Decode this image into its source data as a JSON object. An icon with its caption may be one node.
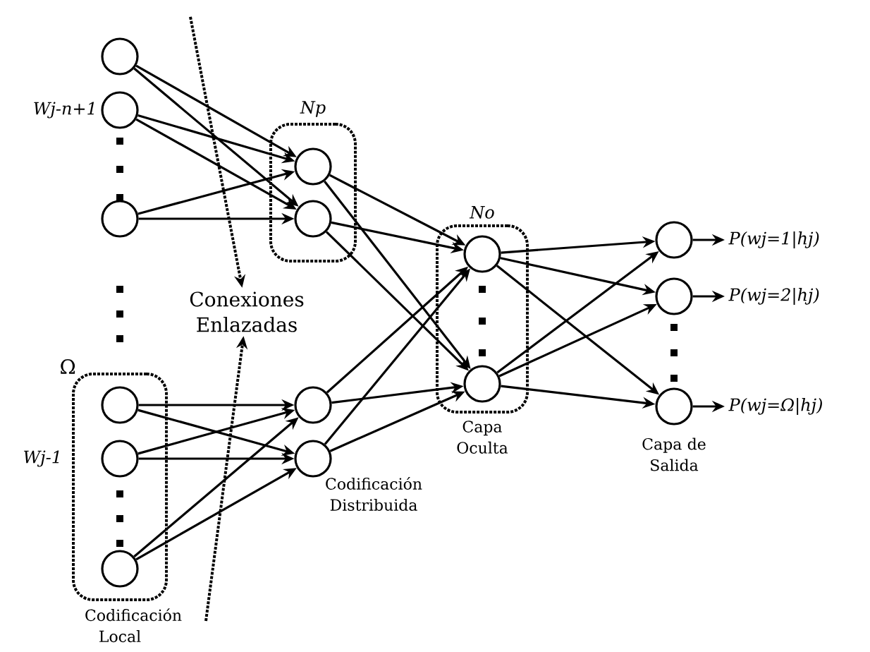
{
  "diagram": {
    "nodes": [
      {
        "text": [],
        "shape": "circle"
      },
      {
        "text": [],
        "shape": "circle"
      },
      {
        "text": [],
        "shape": "circle"
      },
      {
        "text": [
          "Np"
        ]
      },
      {
        "text": [],
        "shape": "circle",
        "in": 3
      },
      {
        "text": [],
        "shape": "circle",
        "in": 3
      },
      {
        "text": [
          "Conexiones Enlazadas"
        ]
      },
      {
        "text": [
          "Ω"
        ],
        "beside": [
          "Codificación Local"
        ]
      },
      {
        "text": [],
        "shape": "circle",
        "in": 7
      },
      {
        "text": [],
        "shape": "circle",
        "in": 7
      },
      {
        "text": [],
        "shape": "circle",
        "in": 7
      },
      {
        "text": [],
        "shape": "circle"
      },
      {
        "text": [],
        "shape": "circle"
      },
      {
        "text": [
          "No"
        ],
        "beside": [
          "Capa Oculta"
        ]
      },
      {
        "text": [],
        "shape": "circle",
        "in": 13
      },
      {
        "text": [],
        "shape": "circle",
        "in": 13
      },
      {
        "text": [],
        "shape": "circle"
      },
      {
        "text": [],
        "shape": "circle"
      },
      {
        "text": [],
        "shape": "circle"
      },
      {
        "text": [
          "P(wj=1|hj)"
        ]
      },
      {
        "text": [
          "P(wj=2|hj)"
        ]
      },
      {
        "text": [
          "P(wj=Ω|hj)"
        ]
      }
    ],
    "edges": [
      {
        "from": 0,
        "to": 4,
        "arrow": "to"
      },
      {
        "from": 0,
        "to": 5,
        "arrow": "to"
      },
      {
        "from": 1,
        "to": 4,
        "arrow": "to"
      },
      {
        "from": 1,
        "to": 5,
        "arrow": "to"
      },
      {
        "from": 2,
        "to": 4,
        "arrow": "to"
      },
      {
        "from": 2,
        "to": 5,
        "arrow": "to"
      },
      {
        "from": 4,
        "to": 14,
        "arrow": "to"
      },
      {
        "from": 4,
        "to": 15,
        "arrow": "to"
      },
      {
        "from": 5,
        "to": 14,
        "arrow": "to"
      },
      {
        "from": 5,
        "to": 15,
        "arrow": "to"
      },
      {
        "from": 8,
        "to": 11,
        "arrow": "to"
      },
      {
        "from": 8,
        "to": 12,
        "arrow": "to"
      },
      {
        "from": 9,
        "to": 11,
        "arrow": "to"
      },
      {
        "from": 9,
        "to": 12,
        "arrow": "to"
      },
      {
        "from": 10,
        "to": 11,
        "arrow": "to"
      },
      {
        "from": 10,
        "to": 12,
        "arrow": "to"
      },
      {
        "from": 11,
        "to": 14,
        "arrow": "to"
      },
      {
        "from": 11,
        "to": 15,
        "arrow": "to"
      },
      {
        "from": 12,
        "to": 14,
        "arrow": "to"
      },
      {
        "from": 12,
        "to": 15,
        "arrow": "to"
      },
      {
        "from": 14,
        "to": 16,
        "arrow": "to"
      },
      {
        "from": 14,
        "to": 17,
        "arrow": "to"
      },
      {
        "from": 14,
        "to": 18,
        "arrow": "to"
      },
      {
        "from": 15,
        "to": 16,
        "arrow": "to"
      },
      {
        "from": 15,
        "to": 17,
        "arrow": "to"
      },
      {
        "from": 15,
        "to": 18,
        "arrow": "to"
      },
      {
        "from": 16,
        "to": 19,
        "arrow": "to"
      },
      {
        "from": 17,
        "to": 20,
        "arrow": "to"
      },
      {
        "from": 18,
        "to": 21,
        "arrow": "to"
      },
      {
        "from": null,
        "to": 6,
        "arrow": "to",
        "style": "dashed"
      },
      {
        "from": null,
        "to": 6,
        "arrow": "to",
        "style": "dashed"
      }
    ],
    "labels": [
      "Wj-n+1",
      "Wj-1",
      "Codificación Distribuida",
      "Capa de Salida"
    ]
  }
}
